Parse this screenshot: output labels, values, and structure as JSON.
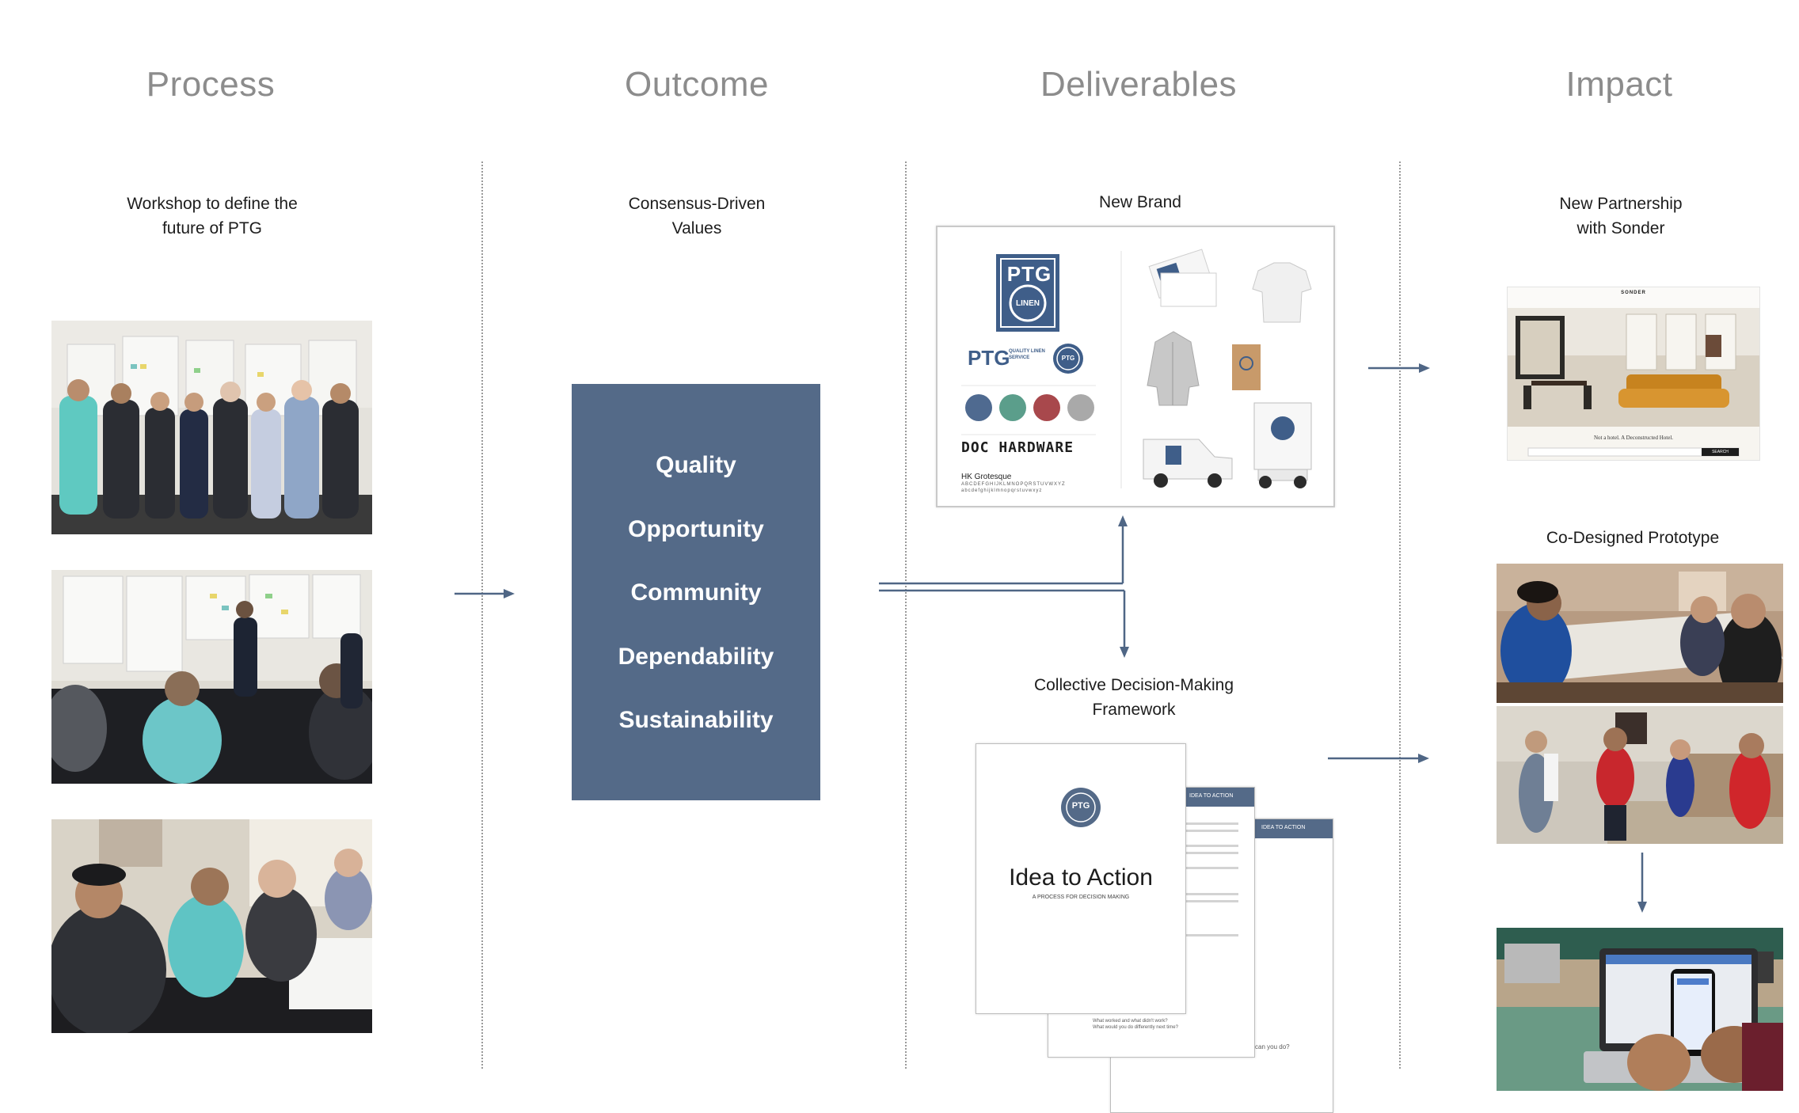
{
  "columns": {
    "process": "Process",
    "outcome": "Outcome",
    "deliverables": "Deliverables",
    "impact": "Impact"
  },
  "captions": {
    "process_line1": "Workshop to define the",
    "process_line2": "future of PTG",
    "outcome_line1": "Consensus-Driven",
    "outcome_line2": "Values",
    "brand": "New Brand",
    "framework_line1": "Collective Decision-Making",
    "framework_line2": "Framework",
    "partnership_line1": "New Partnership",
    "partnership_line2": "with Sonder",
    "prototype": "Co-Designed Prototype"
  },
  "values": [
    "Quality",
    "Opportunity",
    "Community",
    "Dependability",
    "Sustainability"
  ],
  "brand_board": {
    "logo_text": "PTG",
    "logo_ring": "LINEN",
    "wordmark_sub": "QUALITY LINEN SERVICE",
    "typeface_display": "DOC HARDWARE",
    "typeface_body": "HK Grotesque",
    "alphabet_upper": "ABCDEFGHIJKLMNOPQRSTUVWXYZ",
    "alphabet_lower": "abcdefghijklmnopqrstuvwxyz",
    "swatches": [
      "#4f6a90",
      "#5b9e8b",
      "#a8484c",
      "#a9a9a9"
    ]
  },
  "framework_doc": {
    "title": "Idea to Action",
    "subtitle": "A PROCESS FOR DECISION MAKING",
    "badge": "PTG",
    "header_tab": "IDEA TO ACTION",
    "footer_q1": "What worked and what didn't work?",
    "footer_q2": "What would you do differently next time?",
    "footer_q3": "can you do?"
  },
  "sonder": {
    "brand": "SONDER",
    "tagline": "Not a hotel. A Deconstructed Hotel.",
    "search_button": "SEARCH"
  },
  "colors": {
    "accent": "#546a88",
    "arrow": "#4f6685",
    "title_gray": "#8c8c8c"
  }
}
